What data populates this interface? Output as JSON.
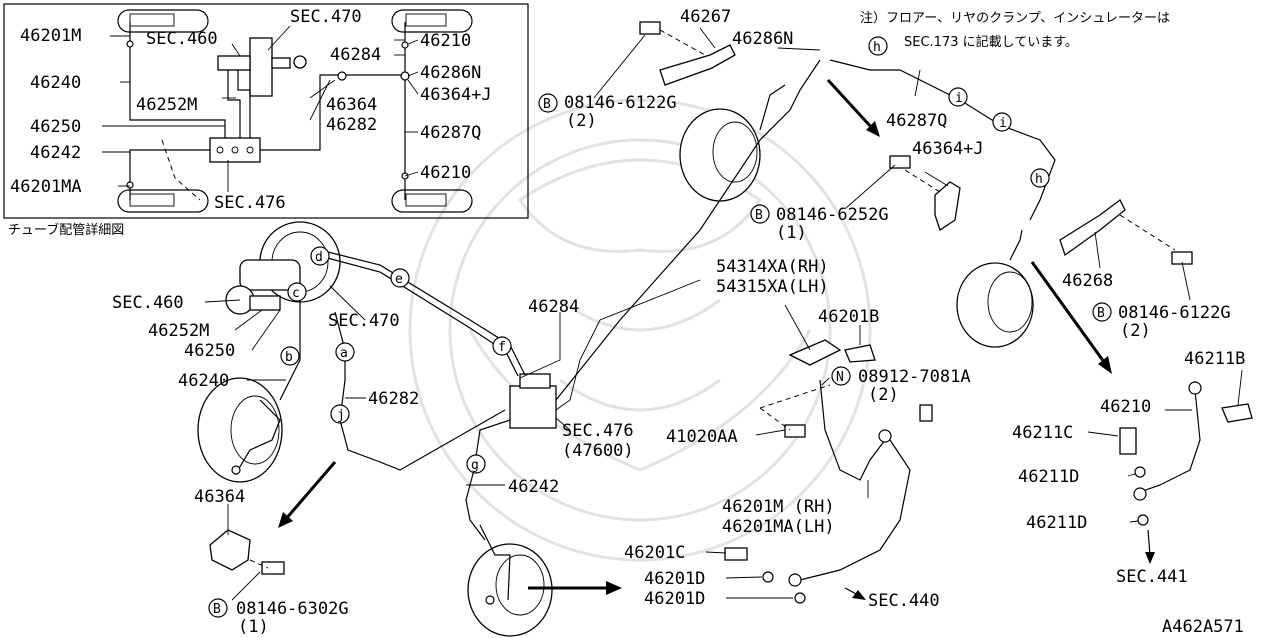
{
  "diagram": {
    "note_line1": "注）フロアー、リヤのクランプ、インシュレーターは",
    "note_line2": "SEC.173 に記載しています。",
    "inset_caption": "チューブ配管詳細図",
    "diagram_code": "A462A571",
    "inset_labels": {
      "p46201M": "46201M",
      "sec470": "SEC.470",
      "sec460": "SEC.460",
      "p46240": "46240",
      "p46252M": "46252M",
      "p46250": "46250",
      "p46242": "46242",
      "p46201MA": "46201MA",
      "sec476": "SEC.476",
      "p46284": "46284",
      "p46210_top": "46210",
      "p46286N": "46286N",
      "p46364": "46364",
      "p46364J": "46364+J",
      "p46282": "46282",
      "p46287Q": "46287Q",
      "p46210_bot": "46210"
    },
    "main_labels": {
      "sec460": "SEC.460",
      "p46252M": "46252M",
      "p46250": "46250",
      "sec470": "SEC.470",
      "p46240": "46240",
      "p46282": "46282",
      "p46284": "46284",
      "sec476": "SEC.476",
      "sec476_sub": "(47600)",
      "p46242": "46242",
      "p46364": "46364",
      "bolt_b_6302": "08146-6302G",
      "bolt_b_6302_qty": "(1)",
      "p46267": "46267",
      "p46286N": "46286N",
      "bolt_b_6122_top": "08146-6122G",
      "bolt_b_6122_top_qty": "(2)",
      "p46287Q": "46287Q",
      "p46364J": "46364+J",
      "bolt_b_6252": "08146-6252G",
      "bolt_b_6252_qty": "(1)",
      "p54314XA": "54314XA(RH)",
      "p54315XA": "54315XA(LH)",
      "p46201B": "46201B",
      "nut_n_7081": "08912-7081A",
      "nut_n_7081_qty": "(2)",
      "p41020AA": "41020AA",
      "p46201M_rh": "46201M (RH)",
      "p46201MA_lh": "46201MA(LH)",
      "p46201C": "46201C",
      "p46201D_1": "46201D",
      "p46201D_2": "46201D",
      "sec440": "SEC.440",
      "p46268": "46268",
      "bolt_b_6122_right": "08146-6122G",
      "bolt_b_6122_right_qty": "(2)",
      "p46211B": "46211B",
      "p46210": "46210",
      "p46211C": "46211C",
      "p46211D_1": "46211D",
      "p46211D_2": "46211D",
      "sec441": "SEC.441"
    },
    "symbols": {
      "bolt_prefix": "B",
      "nut_prefix": "N",
      "callouts": [
        "a",
        "b",
        "c",
        "d",
        "e",
        "f",
        "g",
        "h",
        "i",
        "j"
      ]
    }
  }
}
